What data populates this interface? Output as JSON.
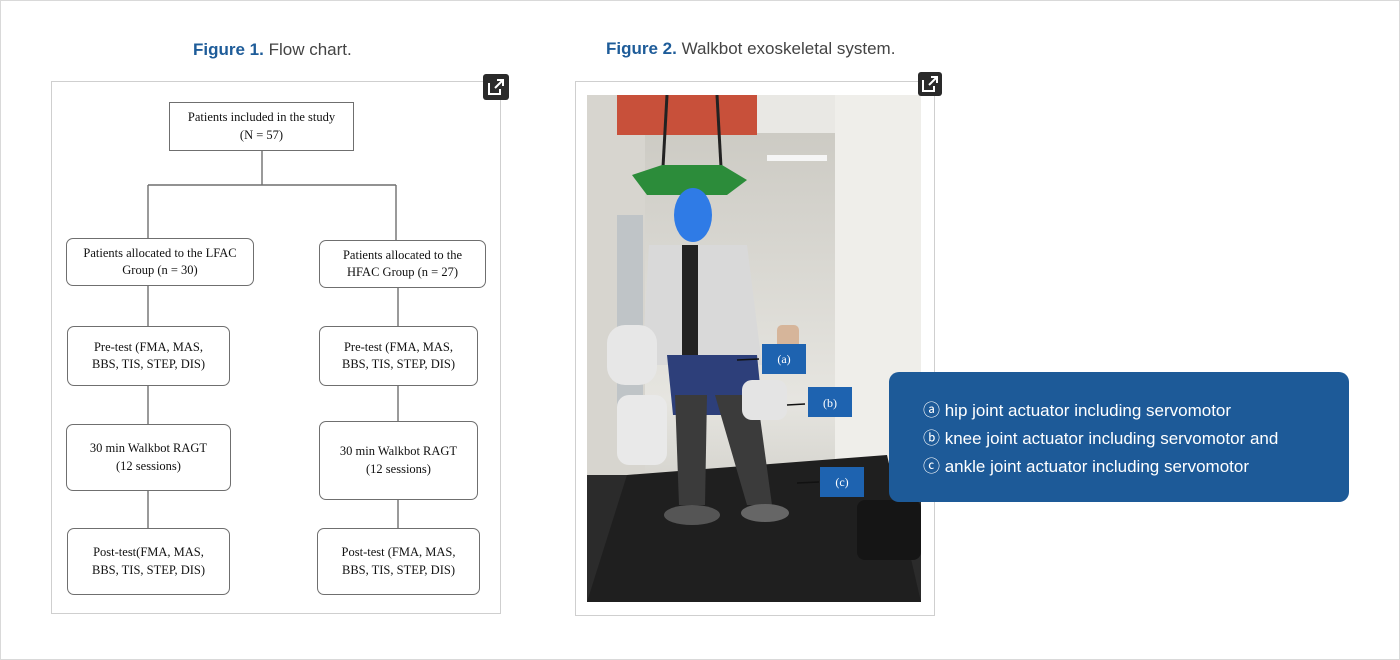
{
  "figure1": {
    "number": "Figure 1.",
    "caption": "Flow chart.",
    "icon": "open-in-new-icon",
    "nodes": {
      "top": "Patients included in the study\n(N = 57)",
      "left_group": "Patients allocated to the LFAC\nGroup (n = 30)",
      "right_group": "Patients allocated to the\nHFAC Group (n = 27)",
      "left_pre": "Pre-test (FMA, MAS,\nBBS, TIS, STEP, DIS)",
      "right_pre": "Pre-test (FMA, MAS,\nBBS, TIS, STEP, DIS)",
      "left_ragt": "30 min Walkbot RAGT\n(12 sessions)",
      "right_ragt": "30 min Walkbot RAGT\n(12 sessions)",
      "left_post": "Post-test(FMA, MAS,\nBBS, TIS, STEP, DIS)",
      "right_post": "Post-test (FMA, MAS,\nBBS, TIS, STEP, DIS)"
    }
  },
  "figure2": {
    "number": "Figure 2.",
    "caption": "Walkbot exoskeletal system.",
    "icon": "open-in-new-icon",
    "photo_labels": [
      "(a)",
      "(b)",
      "(c)"
    ],
    "legend": [
      "ⓐ hip joint actuator including servomotor",
      "ⓑ knee joint actuator including servomotor and",
      "ⓒ ankle joint actuator including servomotor"
    ]
  },
  "colors": {
    "accent": "#1e5c99",
    "callout_bg": "#1d5a98",
    "photo_label_bg": "#1e63b0"
  }
}
